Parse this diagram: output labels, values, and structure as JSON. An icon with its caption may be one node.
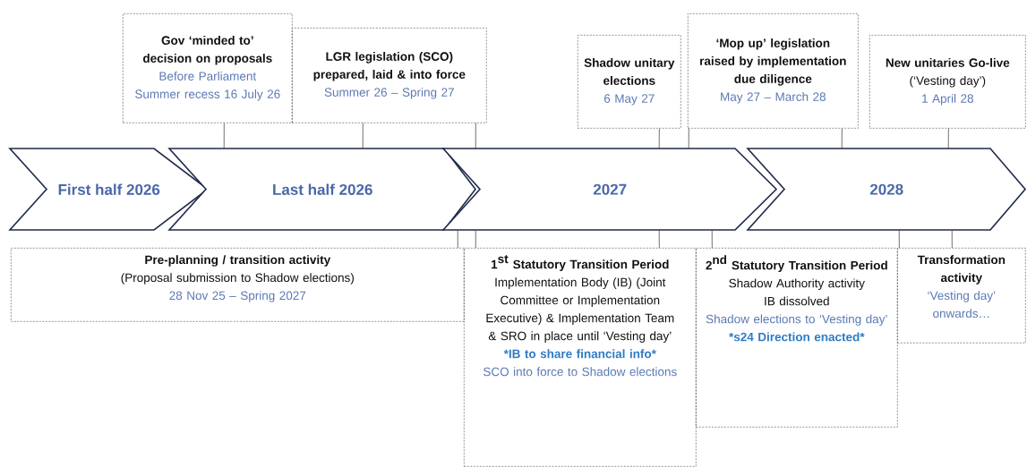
{
  "diagram": {
    "nodes": [
      {
        "text": [
          "First half 2026"
        ]
      },
      {
        "text": [
          "Last half 2026"
        ]
      },
      {
        "text": [
          "2027"
        ]
      },
      {
        "text": [
          "2028"
        ]
      },
      {
        "text": [
          "Gov ‘minded to’ decision on proposals",
          "Before Parliament Summer recess 16 July 26"
        ]
      },
      {
        "text": [
          "LGR legislation (SCO) prepared, laid & into force",
          "Summer 26 – Spring 27"
        ]
      },
      {
        "text": [
          "Shadow unitary elections",
          "6 May 27"
        ]
      },
      {
        "text": [
          "‘Mop up’ legislation raised by implementation due diligence",
          "May 27 – March 28"
        ]
      },
      {
        "text": [
          "New unitaries Go-live",
          "(‘Vesting day’)",
          "1 April 28"
        ]
      },
      {
        "text": [
          "Pre-planning / transition activity",
          "(Proposal submission to Shadow elections)",
          "28 Nov 25 – Spring 2027"
        ]
      },
      {
        "text": [
          "\\textbf{1}^{\\textbf{st}}\\textbf{ Statutory Transition Period}",
          "Implementation Body (IB) (Joint Committee or Implementation Executive) & Implementation Team & SRO in place until ‘Vesting day’",
          "\\textbf{*IB to share financial info*}",
          "SCO into force to Shadow elections"
        ]
      },
      {
        "text": [
          "\\textbf{2}^{\\textbf{nd}}\\textbf{ Statutory Transition Period}",
          "Shadow Authority activity",
          "IB dissolved",
          "Shadow elections to ‘Vesting day’",
          "\\textbf{*s24 Direction enacted*}"
        ]
      },
      {
        "text": [
          "Transformation activity",
          "‘Vesting day’ onwards…"
        ]
      }
    ],
    "edges": [
      {
        "from": 4,
        "to": 1,
        "arrow": "none"
      },
      {
        "from": 5,
        "to": 1,
        "arrow": "none"
      },
      {
        "from": 5,
        "to": 2,
        "arrow": "none"
      },
      {
        "from": 6,
        "to": 2,
        "arrow": "none"
      },
      {
        "from": 7,
        "to": 2,
        "arrow": "none"
      },
      {
        "from": 7,
        "to": 3,
        "arrow": "none"
      },
      {
        "from": 8,
        "to": 3,
        "arrow": "none"
      },
      {
        "from": 9,
        "to": 2,
        "arrow": "none"
      },
      {
        "from": 10,
        "to": 2,
        "arrow": "none"
      },
      {
        "from": 10,
        "to": 2,
        "arrow": "none"
      },
      {
        "from": 11,
        "to": 2,
        "arrow": "none"
      },
      {
        "from": 11,
        "to": 3,
        "arrow": "none"
      },
      {
        "from": 12,
        "to": 3,
        "arrow": "none"
      }
    ]
  }
}
